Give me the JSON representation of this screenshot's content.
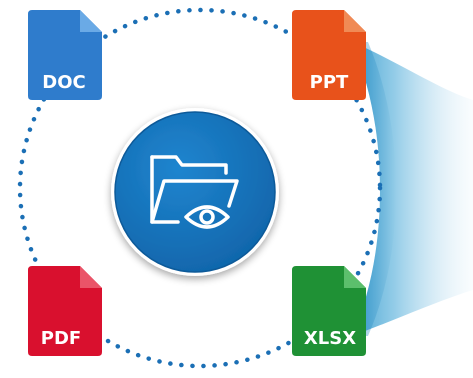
{
  "documents": {
    "doc": {
      "label": "DOC",
      "color": "#2f7ccc",
      "fold_color": "#6aaae6"
    },
    "ppt": {
      "label": "PPT",
      "color": "#e8521b",
      "fold_color": "#f08a55"
    },
    "pdf": {
      "label": "PDF",
      "color": "#d9102e",
      "fold_color": "#ea5468"
    },
    "xlsx": {
      "label": "XLSX",
      "color": "#1f9135",
      "fold_color": "#5cbf6c"
    }
  },
  "center": {
    "icon": "folder-eye-icon",
    "color": "#1370b8"
  },
  "ring": {
    "style": "dotted",
    "color": "#1b6fb5"
  },
  "beam": {
    "color": "#3ea0d0"
  }
}
